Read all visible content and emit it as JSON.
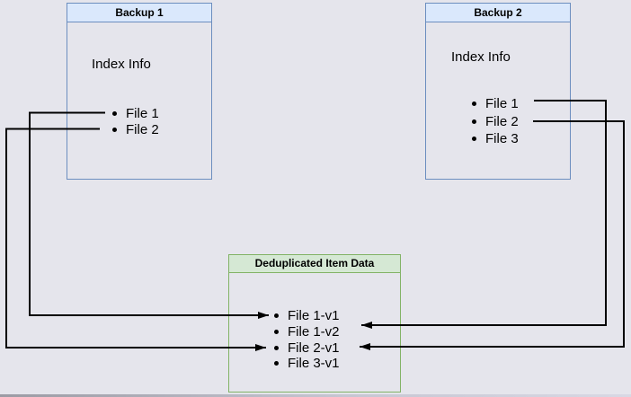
{
  "diagram": {
    "backup1": {
      "title": "Backup 1",
      "subtitle": "Index Info",
      "files": [
        "File 1",
        "File 2"
      ]
    },
    "backup2": {
      "title": "Backup 2",
      "subtitle": "Index Info",
      "files": [
        "File 1",
        "File 2",
        "File 3"
      ]
    },
    "dedup": {
      "title": "Deduplicated Item Data",
      "items": [
        "File 1-v1",
        "File 1-v2",
        "File 2-v1",
        "File 3-v1"
      ]
    },
    "connections": [
      {
        "from": "Backup 1 / File 1",
        "to": "Deduplicated Item Data / File 1-v1"
      },
      {
        "from": "Backup 1 / File 2",
        "to": "Deduplicated Item Data / File 2-v1"
      },
      {
        "from": "Backup 2 / File 1",
        "to": "Deduplicated Item Data / File 1-v2"
      },
      {
        "from": "Backup 2 / File 2",
        "to": "Deduplicated Item Data / File 2-v1"
      }
    ],
    "colors": {
      "background": "#e5e5ec",
      "blue_fill": "#dae8fc",
      "blue_border": "#6c8ebf",
      "green_fill": "#d5e8d4",
      "green_border": "#82b366",
      "line": "#000000"
    }
  }
}
